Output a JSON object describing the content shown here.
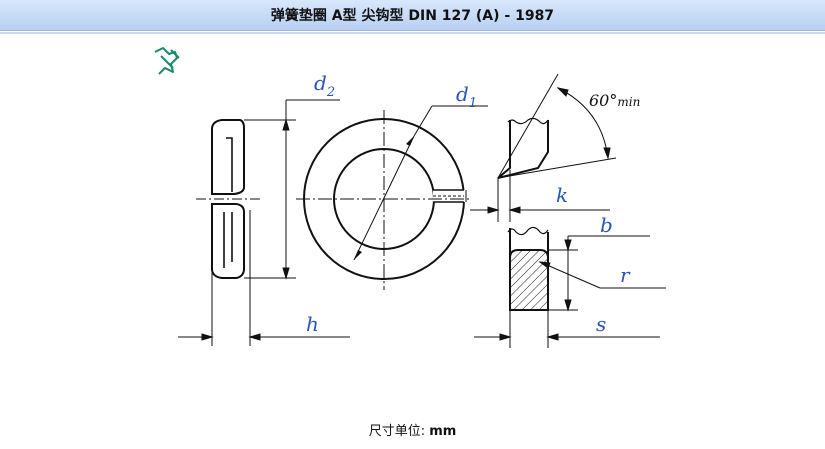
{
  "page": {
    "title": "弹簧垫圈 A型 尖钩型 DIN 127 (A) - 1987"
  },
  "icons": {
    "pin": "pushpin-icon"
  },
  "drawing": {
    "labels": {
      "d2_base": "d",
      "d2_sub": "2",
      "d1_base": "d",
      "d1_sub": "1",
      "angle": "60°",
      "angle_suffix": "min",
      "k": "k",
      "b": "b",
      "r": "r",
      "h": "h",
      "s": "s"
    }
  },
  "footer": {
    "unit_label": "尺寸单位: ",
    "unit_value": "mm"
  },
  "colors": {
    "label_blue": "#2a55b8",
    "pin_green": "#1a8a6e",
    "title_bg": "#c6dbf7"
  }
}
